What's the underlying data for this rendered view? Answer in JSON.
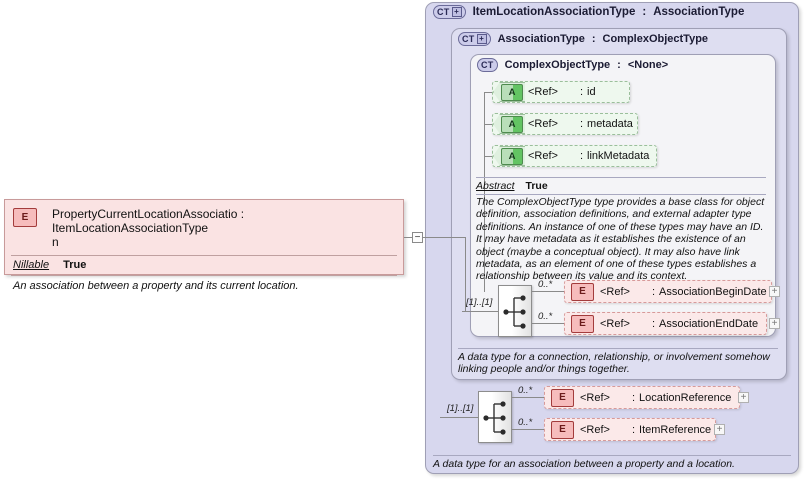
{
  "diagram": {
    "kind": "xsd-schema-element-diagram",
    "main_element": {
      "badge": "E",
      "name": "PropertyCurrentLocationAssociatio",
      "name_wrap": "n",
      "type_separator": ":",
      "type": "ItemLocationAssociationType",
      "properties": [
        {
          "key": "Nillable",
          "value": "True"
        }
      ],
      "documentation": "An association between a property and its current location.",
      "collapse_toggle": "−"
    },
    "panels": [
      {
        "badge": "CT",
        "badge_plus": "+",
        "name": "ItemLocationAssociationType",
        "separator": ":",
        "base": "AssociationType",
        "documentation": "A data type for an association between a property and a location."
      },
      {
        "badge": "CT",
        "badge_plus": "+",
        "name": "AssociationType",
        "separator": ":",
        "base": "ComplexObjectType",
        "documentation": "A data type for a connection, relationship, or involvement somehow linking people and/or things together."
      },
      {
        "badge": "CT",
        "badge_plus": "",
        "name": "ComplexObjectType",
        "separator": ":",
        "base": "<None>",
        "abstract_key": "Abstract",
        "abstract_value": "True",
        "documentation": "The ComplexObjectType type provides a base class for object definition, association definitions, and external adapter type definitions. An instance of one of these types may have an ID. It may have metadata as it establishes the existence of an object (maybe a conceptual object). It may also have link metadata, as an element of one of these types establishes a relationship between its value and its context."
      }
    ],
    "attributes": [
      {
        "badge": "A",
        "ref": "<Ref>",
        "separator": ":",
        "name": "id"
      },
      {
        "badge": "A",
        "ref": "<Ref>",
        "separator": ":",
        "name": "metadata"
      },
      {
        "badge": "A",
        "ref": "<Ref>",
        "separator": ":",
        "name": "linkMetadata"
      }
    ],
    "sequences": [
      {
        "name": "association-dates-sequence",
        "occurrence": "[1]..[1]",
        "elements": [
          {
            "badge": "E",
            "ref": "<Ref>",
            "separator": ":",
            "name": "AssociationBeginDate",
            "cardinality": "0..*",
            "expand": "+"
          },
          {
            "badge": "E",
            "ref": "<Ref>",
            "separator": ":",
            "name": "AssociationEndDate",
            "cardinality": "0..*",
            "expand": "+"
          }
        ]
      },
      {
        "name": "references-sequence",
        "occurrence": "[1]..[1]",
        "elements": [
          {
            "badge": "E",
            "ref": "<Ref>",
            "separator": ":",
            "name": "LocationReference",
            "cardinality": "0..*",
            "expand": "+"
          },
          {
            "badge": "E",
            "ref": "<Ref>",
            "separator": ":",
            "name": "ItemReference",
            "cardinality": "0..*",
            "expand": "+"
          }
        ]
      }
    ],
    "colors": {
      "element_fill": "#fae3e3",
      "element_badge": "#f6bcbc",
      "attribute_fill": "#eef8ee",
      "attribute_badge": "#63c463",
      "panel_outer": "#d7d7ee",
      "panel_mid": "#dedef1",
      "panel_inner": "#f4f4f7"
    }
  }
}
